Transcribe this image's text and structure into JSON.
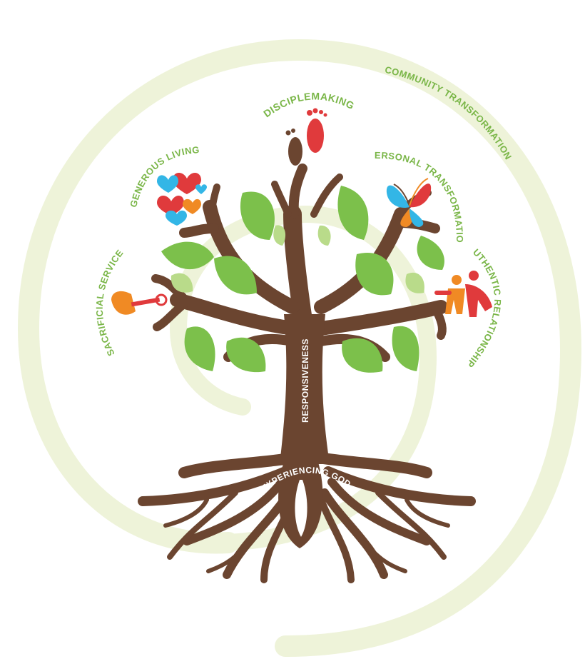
{
  "diagram": {
    "colors": {
      "spiral": "#eef3d9",
      "label_green": "#7ab648",
      "trunk_brown": "#6b4530",
      "leaf_green": "#7cc04b",
      "leaf_light": "#b9db8a",
      "red": "#e03a3c",
      "orange": "#f08a24",
      "cyan": "#33b6e6"
    },
    "labels": {
      "disciplemaking": "DISCIPLEMAKING",
      "community_transformation": "COMMUNITY TRANSFORMATION",
      "generous_living": "GENEROUS LIVING",
      "personal_transformation": "PERSONAL TRANSFORMATION",
      "sacrificial_service": "SACRIFICIAL SERVICE",
      "authentic_relationships": "AUTHENTIC RELATIONSHIPS",
      "responsiveness": "RESPONSIVENESS",
      "experiencing_god": "EXPERIENCING GOD"
    },
    "icons": [
      "footprints-icon",
      "hearts-icon",
      "butterfly-icon",
      "shovel-icon",
      "people-icon"
    ]
  }
}
